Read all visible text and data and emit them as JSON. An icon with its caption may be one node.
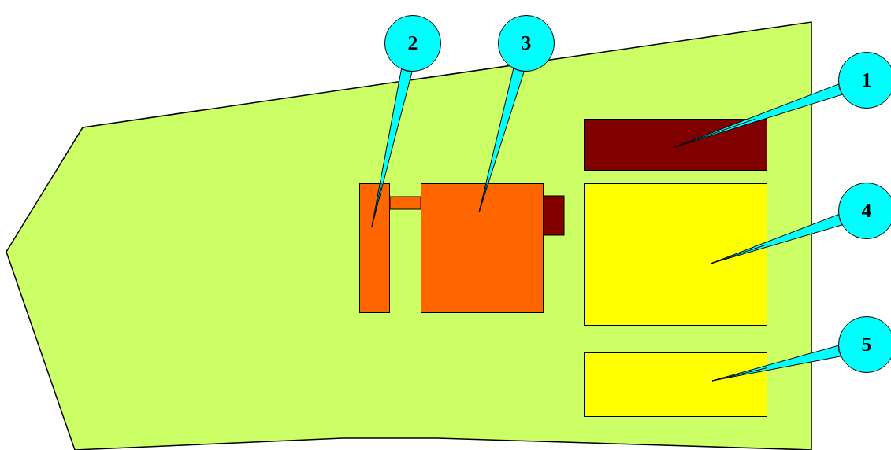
{
  "diagram": {
    "nodes": [
      {
        "text": [
          "2"
        ]
      },
      {
        "text": [
          "3"
        ]
      },
      {
        "text": [
          "1"
        ]
      },
      {
        "text": [
          "4"
        ]
      },
      {
        "text": [
          "5"
        ]
      },
      {
        "text": [],
        "shape": "box"
      },
      {
        "text": [],
        "shape": "box"
      },
      {
        "text": [],
        "shape": "box"
      },
      {
        "text": [],
        "shape": "box"
      },
      {
        "text": [],
        "shape": "box"
      }
    ],
    "edges": [
      {
        "from": 0,
        "to": 5,
        "arrow": "none"
      },
      {
        "from": 1,
        "to": 6,
        "arrow": "none"
      },
      {
        "from": 2,
        "to": 7,
        "arrow": "none"
      },
      {
        "from": 3,
        "to": 8,
        "arrow": "none"
      },
      {
        "from": 4,
        "to": 9,
        "arrow": "none"
      }
    ]
  }
}
